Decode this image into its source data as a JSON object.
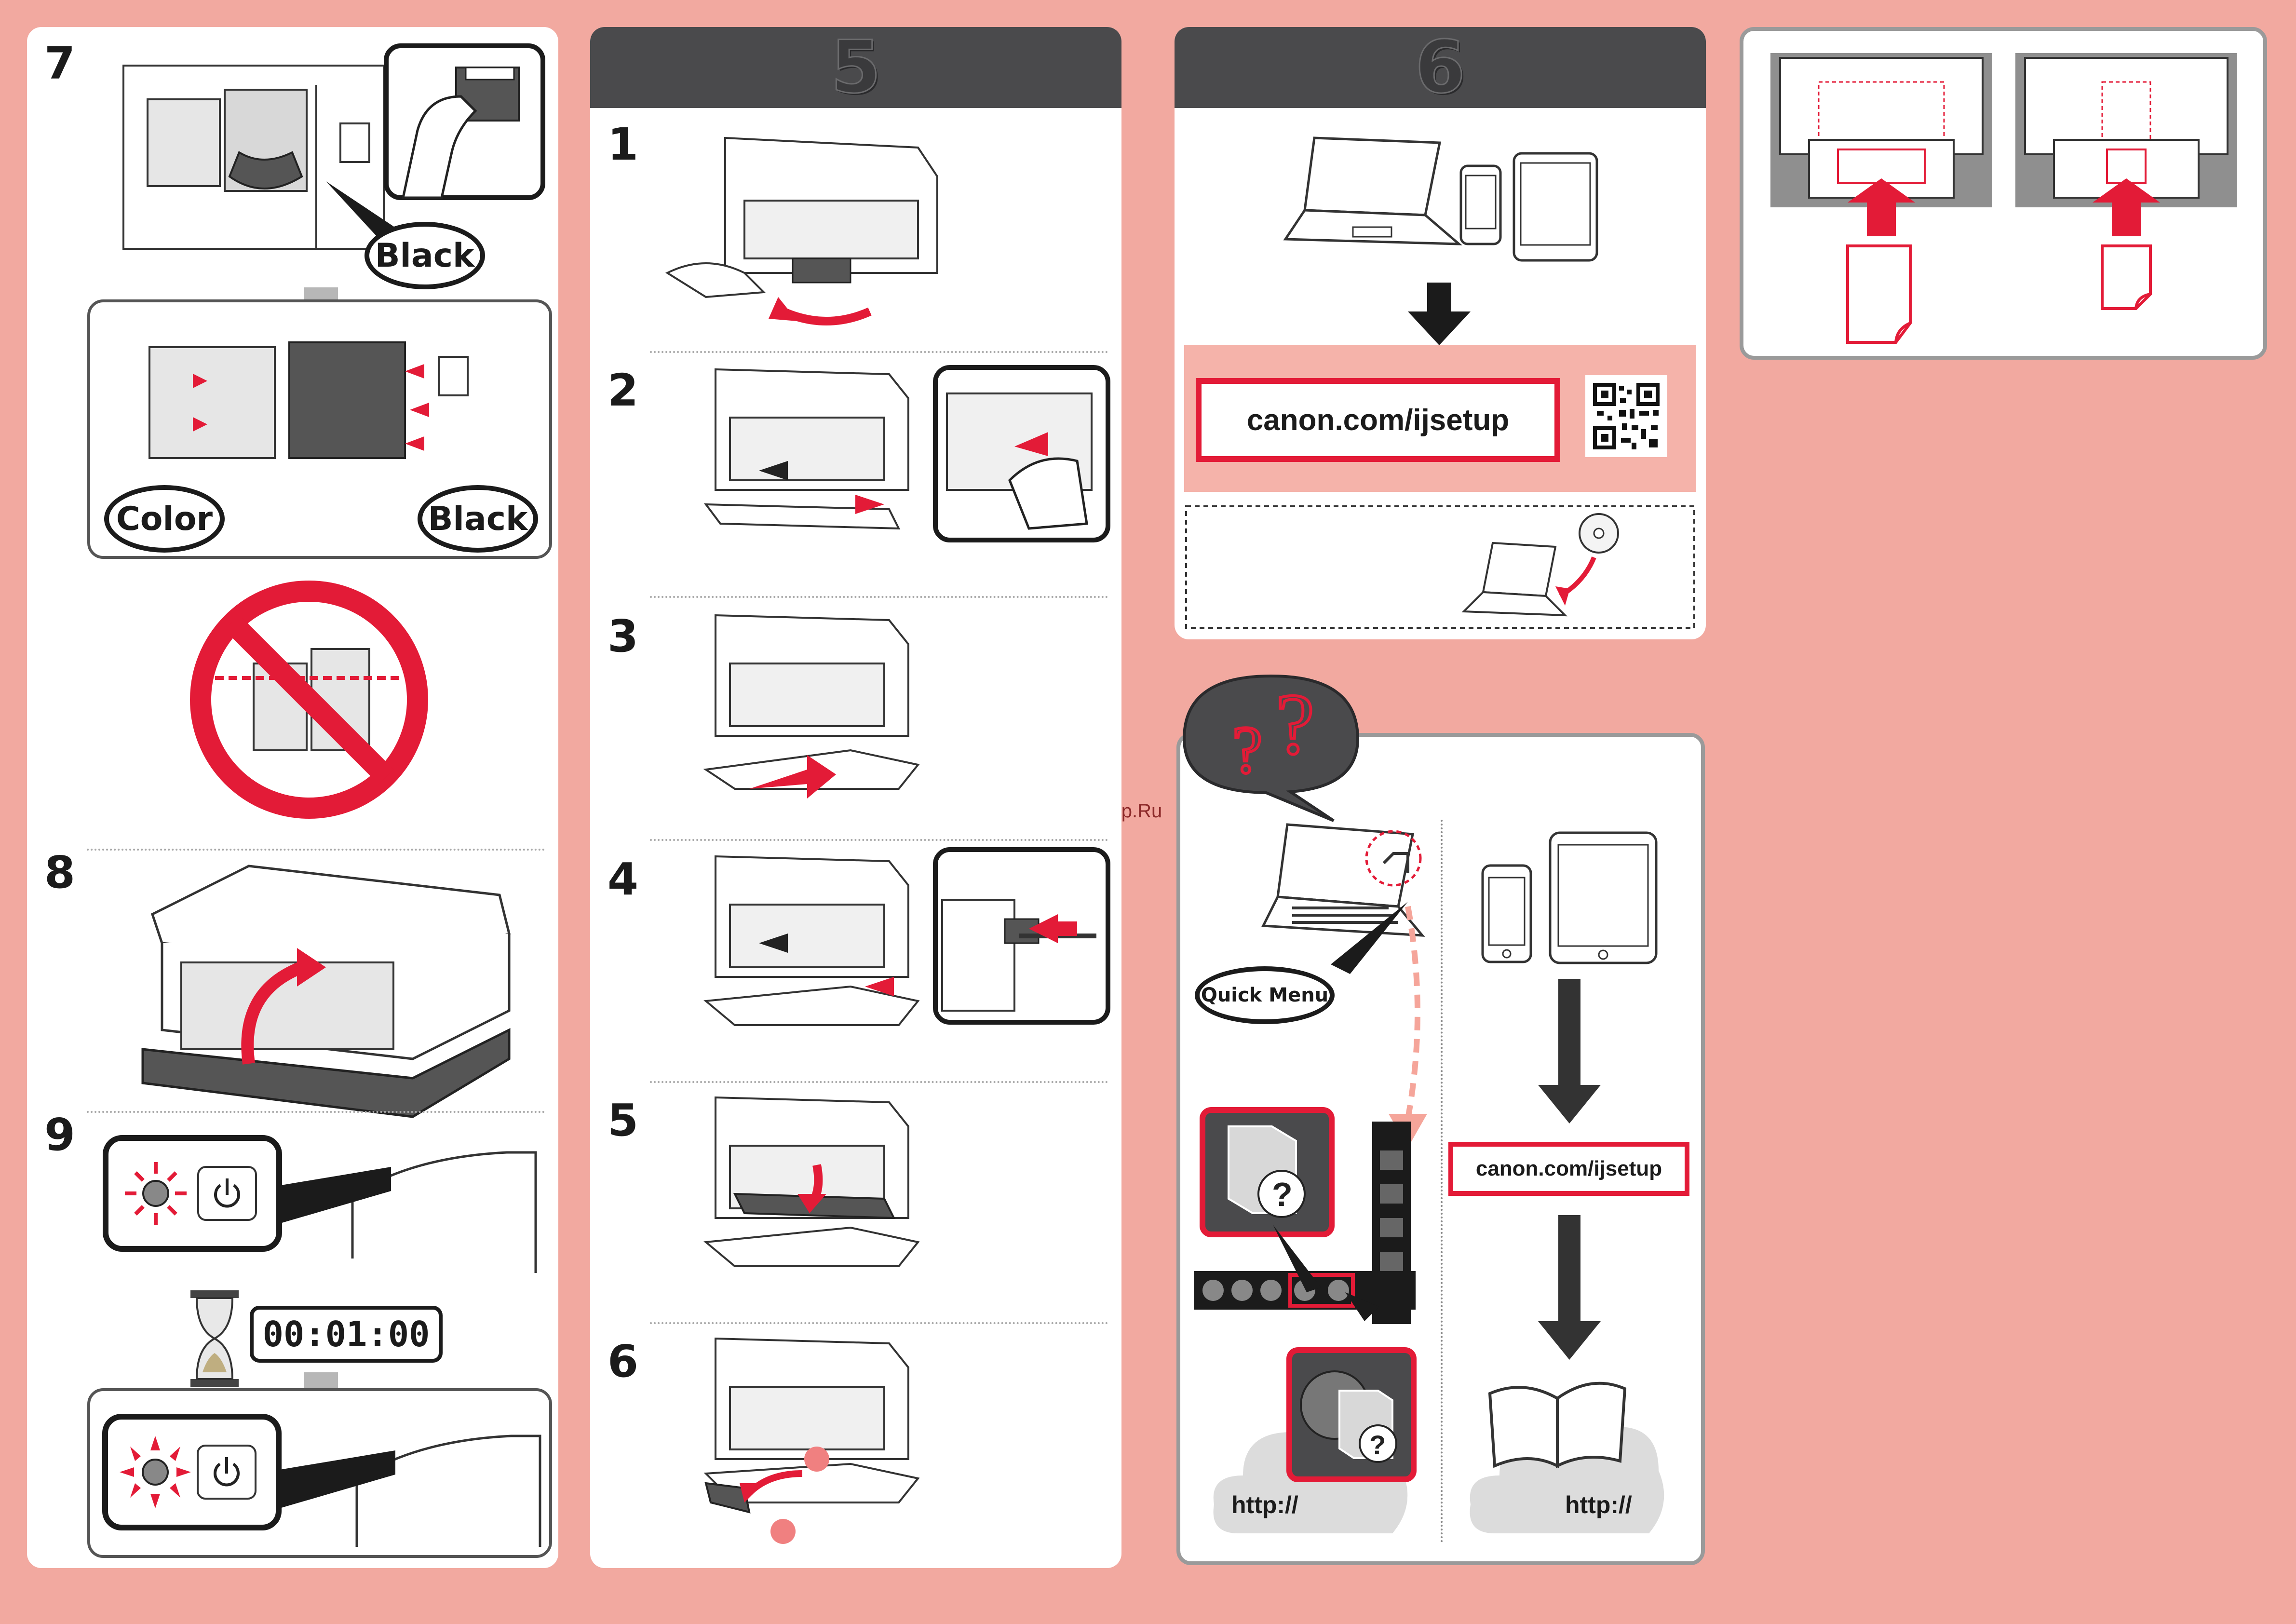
{
  "watermark": "McGrp.Ru",
  "panel_left": {
    "step7": {
      "number": "7",
      "callout_black_top": "Black",
      "callout_color": "Color",
      "callout_black_bottom": "Black"
    },
    "step8": {
      "number": "8"
    },
    "step9": {
      "number": "9",
      "timer": "00:01:00"
    }
  },
  "panel_paper": {
    "header": "5",
    "steps": [
      "1",
      "2",
      "3",
      "4",
      "5",
      "6"
    ]
  },
  "panel_setup": {
    "header": "6",
    "url": "canon.com/ijsetup"
  },
  "panel_help": {
    "quick_menu": "Quick Menu",
    "url": "canon.com/ijsetup",
    "http_left": "http://",
    "http_right": "http://"
  },
  "colors": {
    "background": "#f2a9a0",
    "accent_red": "#e31b37",
    "dark": "#4a4a4c"
  }
}
